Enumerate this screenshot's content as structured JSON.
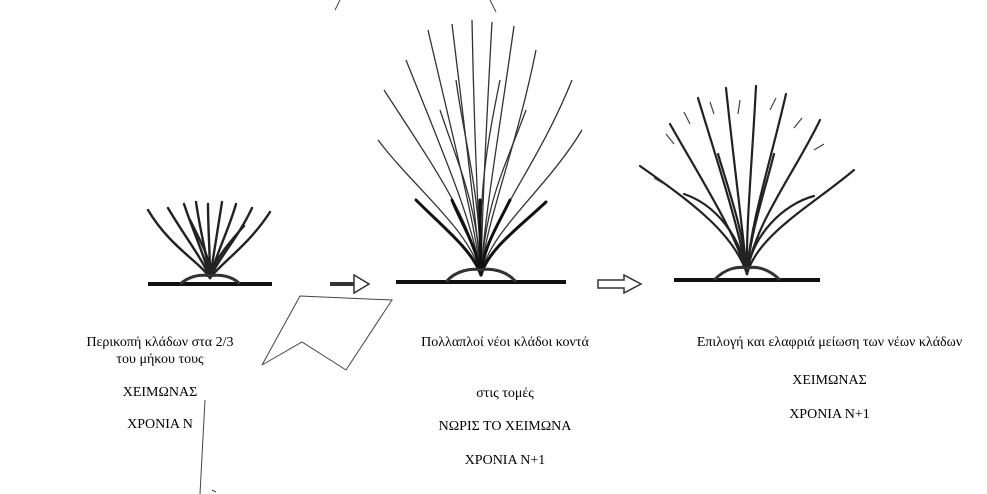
{
  "stages": [
    {
      "id": "stage-1",
      "lines": [
        "Περικοπή κλάδων στα 2/3 του μήκου τους",
        "ΧΕΙΜΩΝΑΣ",
        "ΧΡΟΝΙΑ Ν"
      ]
    },
    {
      "id": "stage-2",
      "lines": [
        "Πολλαπλοί νέοι κλάδοι κοντά",
        "στις τομές",
        "ΝΩΡΙΣ ΤΟ ΧΕΙΜΩΝΑ",
        "ΧΡΟΝΙΑ Ν+1"
      ]
    },
    {
      "id": "stage-3",
      "lines": [
        "Επιλογή και ελαφριά μείωση των νέων κλάδων",
        "ΧΕΙΜΩΝΑΣ",
        "ΧΡΟΝΙΑ Ν+1"
      ]
    }
  ],
  "icons": {
    "shrub_pruned": "pruned-shrub-icon",
    "shrub_regrown": "regrown-shrub-icon",
    "shrub_thinned": "thinned-shrub-icon",
    "arrow_1": "solid-arrow-icon",
    "arrow_2": "outline-arrow-icon"
  }
}
